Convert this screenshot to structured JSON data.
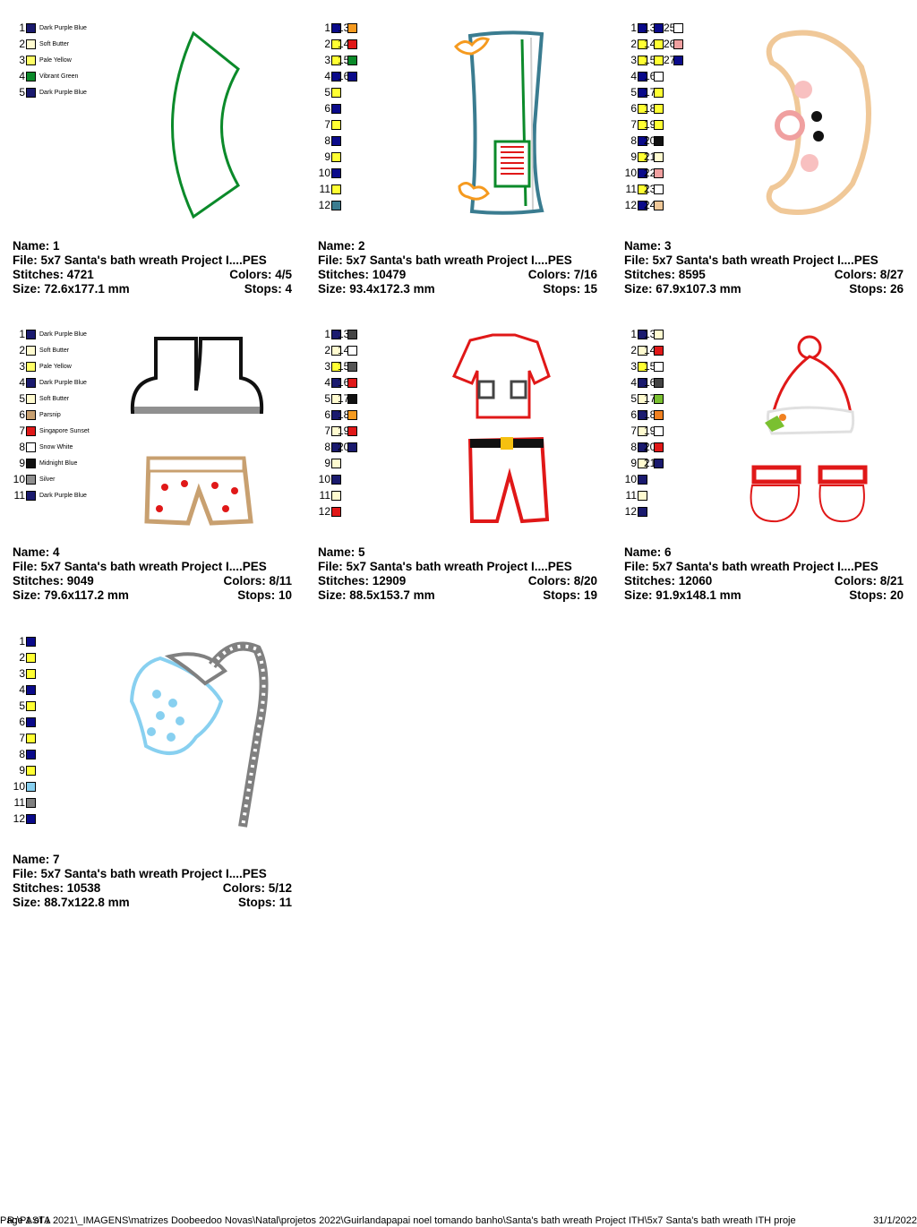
{
  "designs": [
    {
      "name": "1",
      "file": "5x7 Santa's bath wreath Project I....PES",
      "stitches": "4721",
      "colors": "4/5",
      "size": "72.6x177.1 mm",
      "stops": "4",
      "color_list": [
        {
          "num": "1",
          "hex": "#1a1a6e",
          "label": "Dark Purple Blue"
        },
        {
          "num": "2",
          "hex": "#fffbd0",
          "label": "Soft Butter"
        },
        {
          "num": "3",
          "hex": "#ffff66",
          "label": "Pale Yellow"
        },
        {
          "num": "4",
          "hex": "#0b8a2a",
          "label": "Vibrant Green"
        },
        {
          "num": "5",
          "hex": "#1a1a6e",
          "label": "Dark Purple Blue"
        }
      ]
    },
    {
      "name": "2",
      "file": "5x7 Santa's bath wreath Project I....PES",
      "stitches": "10479",
      "colors": "7/16",
      "size": "93.4x172.3 mm",
      "stops": "15",
      "color_list": [
        {
          "num": "1",
          "hex": "#0a0a8a"
        },
        {
          "num": "2",
          "hex": "#ffff33"
        },
        {
          "num": "3",
          "hex": "#ffff33"
        },
        {
          "num": "4",
          "hex": "#0a0a8a"
        },
        {
          "num": "5",
          "hex": "#ffff33"
        },
        {
          "num": "6",
          "hex": "#0a0a8a"
        },
        {
          "num": "7",
          "hex": "#ffff33"
        },
        {
          "num": "8",
          "hex": "#0a0a8a"
        },
        {
          "num": "9",
          "hex": "#ffff33"
        },
        {
          "num": "10",
          "hex": "#0a0a8a"
        },
        {
          "num": "11",
          "hex": "#ffff33"
        },
        {
          "num": "12",
          "hex": "#3a7c90"
        },
        {
          "num": "13",
          "hex": "#f59a1f"
        },
        {
          "num": "14",
          "hex": "#e01818"
        },
        {
          "num": "15",
          "hex": "#0b8a2a"
        },
        {
          "num": "16",
          "hex": "#0a0a8a"
        }
      ]
    },
    {
      "name": "3",
      "file": "5x7 Santa's bath wreath Project I....PES",
      "stitches": "8595",
      "colors": "8/27",
      "size": "67.9x107.3 mm",
      "stops": "26",
      "color_list": [
        {
          "num": "1",
          "hex": "#0a0a8a"
        },
        {
          "num": "2",
          "hex": "#ffff33"
        },
        {
          "num": "3",
          "hex": "#ffff33"
        },
        {
          "num": "4",
          "hex": "#0a0a8a"
        },
        {
          "num": "5",
          "hex": "#0a0a8a"
        },
        {
          "num": "6",
          "hex": "#ffff33"
        },
        {
          "num": "7",
          "hex": "#ffff33"
        },
        {
          "num": "8",
          "hex": "#0a0a8a"
        },
        {
          "num": "9",
          "hex": "#ffff33"
        },
        {
          "num": "10",
          "hex": "#0a0a8a"
        },
        {
          "num": "11",
          "hex": "#ffff33"
        },
        {
          "num": "12",
          "hex": "#0a0a8a"
        },
        {
          "num": "13",
          "hex": "#0a0a8a"
        },
        {
          "num": "14",
          "hex": "#ffff33"
        },
        {
          "num": "15",
          "hex": "#ffff33"
        },
        {
          "num": "16",
          "hex": "#ffffff"
        },
        {
          "num": "17",
          "hex": "#ffff33"
        },
        {
          "num": "18",
          "hex": "#ffff33"
        },
        {
          "num": "19",
          "hex": "#ffff33"
        },
        {
          "num": "20",
          "hex": "#111111"
        },
        {
          "num": "21",
          "hex": "#fffbd0"
        },
        {
          "num": "22",
          "hex": "#f0a0a0"
        },
        {
          "num": "23",
          "hex": "#ffffff"
        },
        {
          "num": "24",
          "hex": "#f0c898"
        },
        {
          "num": "25",
          "hex": "#ffffff"
        },
        {
          "num": "26",
          "hex": "#f0a0a0"
        },
        {
          "num": "27",
          "hex": "#0a0a8a"
        }
      ]
    },
    {
      "name": "4",
      "file": "5x7 Santa's bath wreath Project I....PES",
      "stitches": "9049",
      "colors": "8/11",
      "size": "79.6x117.2 mm",
      "stops": "10",
      "color_list": [
        {
          "num": "1",
          "hex": "#1a1a6e",
          "label": "Dark Purple Blue"
        },
        {
          "num": "2",
          "hex": "#fffbd0",
          "label": "Soft Butter"
        },
        {
          "num": "3",
          "hex": "#ffff66",
          "label": "Pale Yellow"
        },
        {
          "num": "4",
          "hex": "#1a1a6e",
          "label": "Dark Purple Blue"
        },
        {
          "num": "5",
          "hex": "#fffbd0",
          "label": "Soft Butter"
        },
        {
          "num": "6",
          "hex": "#c8a070",
          "label": "Parsnip"
        },
        {
          "num": "7",
          "hex": "#e01818",
          "label": "Singapore Sunset"
        },
        {
          "num": "8",
          "hex": "#ffffff",
          "label": "Snow White"
        },
        {
          "num": "9",
          "hex": "#111111",
          "label": "Midnight Blue"
        },
        {
          "num": "10",
          "hex": "#909090",
          "label": "Silver"
        },
        {
          "num": "11",
          "hex": "#1a1a6e",
          "label": "Dark Purple Blue"
        }
      ]
    },
    {
      "name": "5",
      "file": "5x7 Santa's bath wreath Project I....PES",
      "stitches": "12909",
      "colors": "8/20",
      "size": "88.5x153.7 mm",
      "stops": "19",
      "color_list": [
        {
          "num": "1",
          "hex": "#1a1a6e"
        },
        {
          "num": "2",
          "hex": "#fffbd0"
        },
        {
          "num": "3",
          "hex": "#ffff33"
        },
        {
          "num": "4",
          "hex": "#1a1a6e"
        },
        {
          "num": "5",
          "hex": "#fffbd0"
        },
        {
          "num": "6",
          "hex": "#1a1a6e"
        },
        {
          "num": "7",
          "hex": "#fffbd0"
        },
        {
          "num": "8",
          "hex": "#1a1a6e"
        },
        {
          "num": "9",
          "hex": "#fffbd0"
        },
        {
          "num": "10",
          "hex": "#1a1a6e"
        },
        {
          "num": "11",
          "hex": "#fffbd0"
        },
        {
          "num": "12",
          "hex": "#e01818"
        },
        {
          "num": "13",
          "hex": "#444444"
        },
        {
          "num": "14",
          "hex": "#ffffff"
        },
        {
          "num": "15",
          "hex": "#555555"
        },
        {
          "num": "16",
          "hex": "#e01818"
        },
        {
          "num": "17",
          "hex": "#111111"
        },
        {
          "num": "18",
          "hex": "#f59a1f"
        },
        {
          "num": "19",
          "hex": "#e01818"
        },
        {
          "num": "20",
          "hex": "#1a1a6e"
        }
      ]
    },
    {
      "name": "6",
      "file": "5x7 Santa's bath wreath Project I....PES",
      "stitches": "12060",
      "colors": "8/21",
      "size": "91.9x148.1 mm",
      "stops": "20",
      "color_list": [
        {
          "num": "1",
          "hex": "#1a1a6e"
        },
        {
          "num": "2",
          "hex": "#fffbd0"
        },
        {
          "num": "3",
          "hex": "#ffff33"
        },
        {
          "num": "4",
          "hex": "#1a1a6e"
        },
        {
          "num": "5",
          "hex": "#fffbd0"
        },
        {
          "num": "6",
          "hex": "#1a1a6e"
        },
        {
          "num": "7",
          "hex": "#fffbd0"
        },
        {
          "num": "8",
          "hex": "#1a1a6e"
        },
        {
          "num": "9",
          "hex": "#fffbd0"
        },
        {
          "num": "10",
          "hex": "#1a1a6e"
        },
        {
          "num": "11",
          "hex": "#fffbd0"
        },
        {
          "num": "12",
          "hex": "#1a1a6e"
        },
        {
          "num": "13",
          "hex": "#fffbd0"
        },
        {
          "num": "14",
          "hex": "#e01818"
        },
        {
          "num": "15",
          "hex": "#ffffff"
        },
        {
          "num": "16",
          "hex": "#444444"
        },
        {
          "num": "17",
          "hex": "#7ac030"
        },
        {
          "num": "18",
          "hex": "#f08020"
        },
        {
          "num": "19",
          "hex": "#ffffff"
        },
        {
          "num": "20",
          "hex": "#e01818"
        },
        {
          "num": "21",
          "hex": "#1a1a6e"
        }
      ]
    },
    {
      "name": "7",
      "file": "5x7 Santa's bath wreath Project I....PES",
      "stitches": "10538",
      "colors": "5/12",
      "size": "88.7x122.8 mm",
      "stops": "11",
      "color_list": [
        {
          "num": "1",
          "hex": "#0a0a8a"
        },
        {
          "num": "2",
          "hex": "#ffff33"
        },
        {
          "num": "3",
          "hex": "#ffff33"
        },
        {
          "num": "4",
          "hex": "#0a0a8a"
        },
        {
          "num": "5",
          "hex": "#ffff33"
        },
        {
          "num": "6",
          "hex": "#0a0a8a"
        },
        {
          "num": "7",
          "hex": "#ffff33"
        },
        {
          "num": "8",
          "hex": "#0a0a8a"
        },
        {
          "num": "9",
          "hex": "#ffff33"
        },
        {
          "num": "10",
          "hex": "#88d0f0"
        },
        {
          "num": "11",
          "hex": "#808080"
        },
        {
          "num": "12",
          "hex": "#0a0a8a"
        }
      ]
    }
  ],
  "labels": {
    "name": "Name:",
    "file": "File:",
    "stitches": "Stitches:",
    "colors": "Colors:",
    "size": "Size:",
    "stops": "Stops:"
  },
  "footer": {
    "page": "Page 1 of 1",
    "path": "R:\\PASTA 2021\\_IMAGENS\\matrizes Doobeedoo Novas\\Natal\\projetos 2022\\Guirlandapapai noel tomando banho\\Santa's bath wreath Project ITH\\5x7 Santa's bath wreath ITH proje",
    "date": "31/1/2022"
  }
}
